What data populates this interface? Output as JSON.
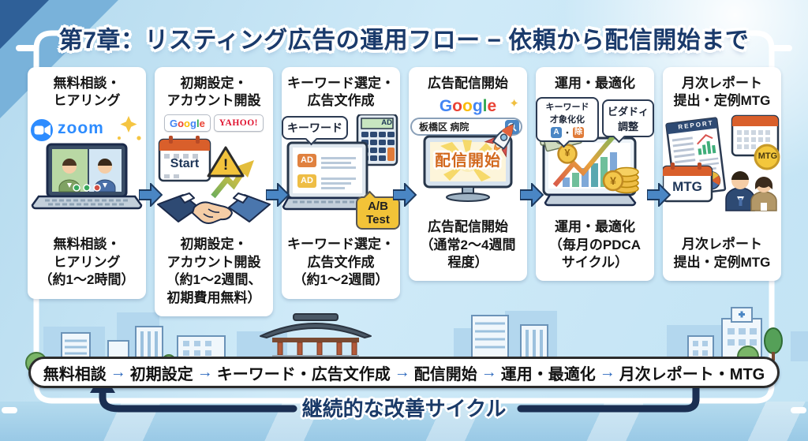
{
  "title": "第7章：リスティング広告の運用フロー − 依頼から配信開始まで",
  "steps": [
    {
      "header": "無料相談・\nヒアリング",
      "footer": "無料相談・\nヒアリング\n（約1〜2時間）"
    },
    {
      "header": "初期設定・\nアカウント開設",
      "footer": "初期設定・\nアカウント開設\n（約1〜2週間、\n初期費用無料）"
    },
    {
      "header": "キーワード選定・\n広告文作成",
      "footer": "キーワード選定・\n広告文作成\n（約1〜2週間）"
    },
    {
      "header": "広告配信開始",
      "footer": "広告配信開始\n（通常2〜4週間\n程度）"
    },
    {
      "header": "運用・最適化",
      "footer": "運用・最適化\n（毎月のPDCA\nサイクル）"
    },
    {
      "header": "月次レポート\n提出・定例MTG",
      "footer": "月次レポート\n提出・定例MTG"
    }
  ],
  "illustrations": {
    "zoom_logo": "zoom",
    "sparkle": "✦",
    "google_logo": "Google",
    "yahoo_logo": "YAHOO!",
    "calendar_start": "Start",
    "warning_mark": "!",
    "keyword_bubble": "キーワード",
    "calc_display": "AD",
    "ad_chip_1": "AD",
    "ad_chip_2": "AD",
    "ab_test_bubble": "A/B\nTest",
    "search_query": "板橋区 病院",
    "launch_banner": "配信開始",
    "keyword_opt_bubble": "キーワード\n才象化化",
    "badge_a": "A",
    "badge_dot": "・",
    "badge_remove": "除",
    "bid_adjust_bubble": "ビダドィ\n調整",
    "yen_symbol": "¥",
    "report_title": "REPORT",
    "mtg_badge": "MTG",
    "mtg_calendar": "MTG"
  },
  "summary_bar": {
    "items": [
      "無料相談",
      "初期設定",
      "キーワード・広告文作成",
      "配信開始",
      "運用・最適化",
      "月次レポート・MTG"
    ],
    "separator": "→"
  },
  "cycle_label": "継続的な改善サイクル",
  "colors": {
    "google_letters": [
      "#4285F4",
      "#EA4335",
      "#FBBC05",
      "#4285F4",
      "#34A853",
      "#EA4335"
    ],
    "yahoo_red": "#e0112e",
    "zoom_blue": "#2D8CFF",
    "arrow_blue": "#4a86c4",
    "navy": "#1b2f52",
    "title_navy": "#1a3a6b",
    "launch_orange": "#d2691e"
  }
}
